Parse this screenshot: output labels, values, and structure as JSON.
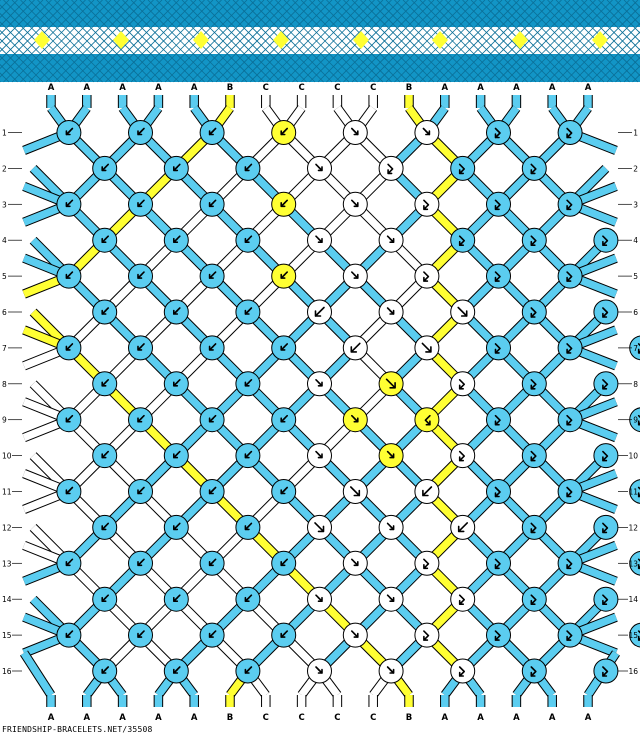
{
  "colors": {
    "A": "#5bcdf0",
    "B": "#ffff33",
    "C": "#ffffff",
    "band_dark": "#1295c6"
  },
  "strings_top": [
    "A",
    "A",
    "A",
    "A",
    "A",
    "B",
    "C",
    "C",
    "C",
    "C",
    "B",
    "A",
    "A",
    "A",
    "A",
    "A"
  ],
  "strings_bottom": [
    "A",
    "A",
    "A",
    "A",
    "A",
    "B",
    "C",
    "C",
    "C",
    "C",
    "B",
    "A",
    "A",
    "A",
    "A",
    "A"
  ],
  "row_labels": [
    "1",
    "2",
    "3",
    "4",
    "5",
    "6",
    "7",
    "8",
    "9",
    "10",
    "11",
    "12",
    "13",
    "14",
    "15",
    "16"
  ],
  "knots": [
    [
      [
        "bb",
        "A"
      ],
      [
        "bb",
        "A"
      ],
      [
        "bb",
        "A"
      ],
      [
        "bb",
        "B"
      ],
      [
        "ff",
        "C"
      ],
      [
        "ff",
        "C"
      ],
      [
        "fb",
        "A"
      ],
      [
        "fb",
        "A"
      ]
    ],
    [
      [
        "bb",
        "A"
      ],
      [
        "bb",
        "A"
      ],
      [
        "bb",
        "A"
      ],
      [
        "ff",
        "C"
      ],
      [
        "fb",
        "C"
      ],
      [
        "fb",
        "A"
      ],
      [
        "fb",
        "A"
      ]
    ],
    [
      [
        "bb",
        "A"
      ],
      [
        "bb",
        "A"
      ],
      [
        "bb",
        "A"
      ],
      [
        "bb",
        "B"
      ],
      [
        "ff",
        "C"
      ],
      [
        "fb",
        "C"
      ],
      [
        "fb",
        "A"
      ],
      [
        "fb",
        "A"
      ]
    ],
    [
      [
        "bb",
        "A"
      ],
      [
        "bb",
        "A"
      ],
      [
        "bb",
        "A"
      ],
      [
        "ff",
        "C"
      ],
      [
        "ff",
        "C"
      ],
      [
        "fb",
        "A"
      ],
      [
        "fb",
        "A"
      ],
      [
        "fb",
        "A"
      ]
    ],
    [
      [
        "bb",
        "A"
      ],
      [
        "bb",
        "A"
      ],
      [
        "bb",
        "A"
      ],
      [
        "bb",
        "B"
      ],
      [
        "ff",
        "C"
      ],
      [
        "fb",
        "C"
      ],
      [
        "fb",
        "A"
      ],
      [
        "fb",
        "A"
      ]
    ],
    [
      [
        "bb",
        "A"
      ],
      [
        "bb",
        "A"
      ],
      [
        "bb",
        "A"
      ],
      [
        "b",
        "C"
      ],
      [
        "ff",
        "C"
      ],
      [
        "f",
        "C"
      ],
      [
        "fb",
        "A"
      ],
      [
        "fb",
        "A"
      ]
    ],
    [
      [
        "bb",
        "A"
      ],
      [
        "bb",
        "A"
      ],
      [
        "bb",
        "A"
      ],
      [
        "bb",
        "A"
      ],
      [
        "b",
        "C"
      ],
      [
        "f",
        "C"
      ],
      [
        "fb",
        "A"
      ],
      [
        "fb",
        "A"
      ],
      [
        "fb",
        "A"
      ]
    ],
    [
      [
        "bb",
        "A"
      ],
      [
        "bb",
        "A"
      ],
      [
        "bb",
        "A"
      ],
      [
        "ff",
        "C"
      ],
      [
        "f",
        "B"
      ],
      [
        "fb",
        "C"
      ],
      [
        "fb",
        "A"
      ],
      [
        "fb",
        "A"
      ]
    ],
    [
      [
        "bb",
        "A"
      ],
      [
        "bb",
        "A"
      ],
      [
        "bb",
        "A"
      ],
      [
        "bb",
        "A"
      ],
      [
        "ff",
        "B"
      ],
      [
        "bf",
        "B"
      ],
      [
        "fb",
        "A"
      ],
      [
        "fb",
        "A"
      ],
      [
        "fb",
        "A"
      ]
    ],
    [
      [
        "bb",
        "A"
      ],
      [
        "bb",
        "A"
      ],
      [
        "bb",
        "A"
      ],
      [
        "ff",
        "C"
      ],
      [
        "ff",
        "B"
      ],
      [
        "fb",
        "C"
      ],
      [
        "fb",
        "A"
      ],
      [
        "fb",
        "A"
      ]
    ],
    [
      [
        "bb",
        "A"
      ],
      [
        "bb",
        "A"
      ],
      [
        "bb",
        "A"
      ],
      [
        "bb",
        "A"
      ],
      [
        "f",
        "C"
      ],
      [
        "b",
        "C"
      ],
      [
        "fb",
        "A"
      ],
      [
        "fb",
        "A"
      ],
      [
        "fb",
        "A"
      ]
    ],
    [
      [
        "bb",
        "A"
      ],
      [
        "bb",
        "A"
      ],
      [
        "bb",
        "A"
      ],
      [
        "f",
        "C"
      ],
      [
        "ff",
        "C"
      ],
      [
        "b",
        "C"
      ],
      [
        "fb",
        "A"
      ],
      [
        "fb",
        "A"
      ]
    ],
    [
      [
        "bb",
        "A"
      ],
      [
        "bb",
        "A"
      ],
      [
        "bb",
        "A"
      ],
      [
        "bb",
        "A"
      ],
      [
        "ff",
        "C"
      ],
      [
        "fb",
        "C"
      ],
      [
        "fb",
        "A"
      ],
      [
        "fb",
        "A"
      ],
      [
        "fb",
        "A"
      ]
    ],
    [
      [
        "bb",
        "A"
      ],
      [
        "bb",
        "A"
      ],
      [
        "bb",
        "A"
      ],
      [
        "ff",
        "C"
      ],
      [
        "ff",
        "C"
      ],
      [
        "fb",
        "C"
      ],
      [
        "fb",
        "A"
      ],
      [
        "fb",
        "A"
      ]
    ],
    [
      [
        "bb",
        "A"
      ],
      [
        "bb",
        "A"
      ],
      [
        "bb",
        "A"
      ],
      [
        "bb",
        "A"
      ],
      [
        "ff",
        "C"
      ],
      [
        "fb",
        "C"
      ],
      [
        "fb",
        "A"
      ],
      [
        "fb",
        "A"
      ],
      [
        "fb",
        "A"
      ]
    ],
    [
      [
        "bb",
        "A"
      ],
      [
        "bb",
        "A"
      ],
      [
        "bb",
        "A"
      ],
      [
        "ff",
        "C"
      ],
      [
        "ff",
        "C"
      ],
      [
        "fb",
        "C"
      ],
      [
        "fb",
        "A"
      ],
      [
        "fb",
        "A"
      ]
    ]
  ],
  "footer": "FRIENDSHIP-BRACELETS.NET/35508"
}
